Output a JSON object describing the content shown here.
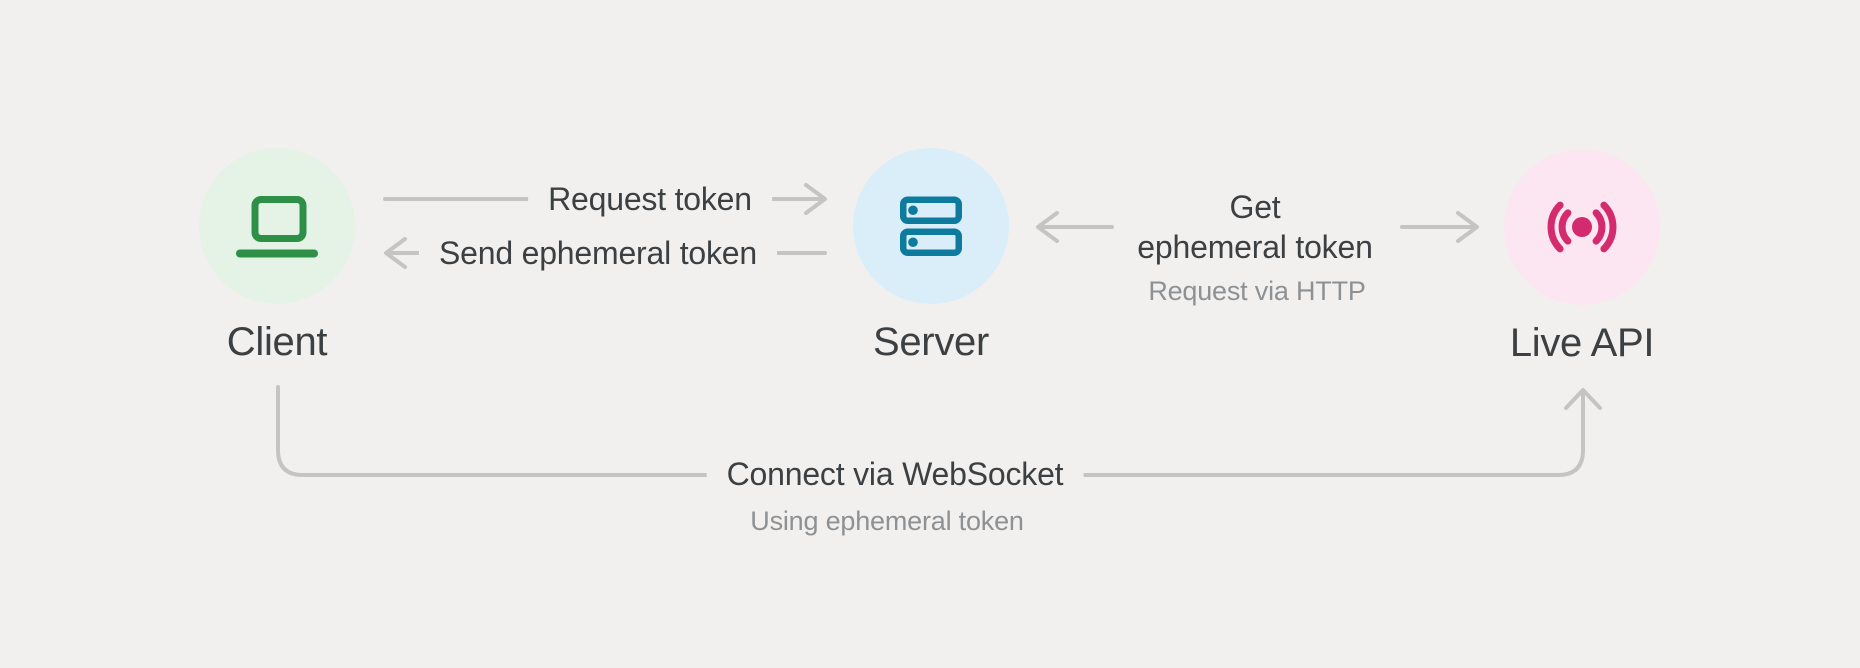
{
  "colors": {
    "background": "#f2f0ee",
    "connector_gray": "#c6c4c2",
    "text_primary": "#3c4043",
    "text_secondary": "#8e9194"
  },
  "nodes": [
    {
      "label": "Client",
      "icon": "laptop-icon",
      "circle_color": "#e5f2e6",
      "icon_color": "#2e9047"
    },
    {
      "label": "Server",
      "icon": "server-icon",
      "circle_color": "#daeefa",
      "icon_color": "#0d7a9e"
    },
    {
      "label": "Live API",
      "icon": "broadcast-icon",
      "circle_color": "#fce6f2",
      "icon_color": "#d42a6e"
    }
  ],
  "edges": {
    "request_token": {
      "label": "Request token"
    },
    "send_ephemeral_token": {
      "label": "Send ephemeral token"
    },
    "get_ephemeral_token": {
      "line1": "Get",
      "line2": "ephemeral token",
      "sublabel": "Request via HTTP"
    },
    "connect_websocket": {
      "label": "Connect via WebSocket",
      "sublabel": "Using ephemeral token"
    }
  }
}
